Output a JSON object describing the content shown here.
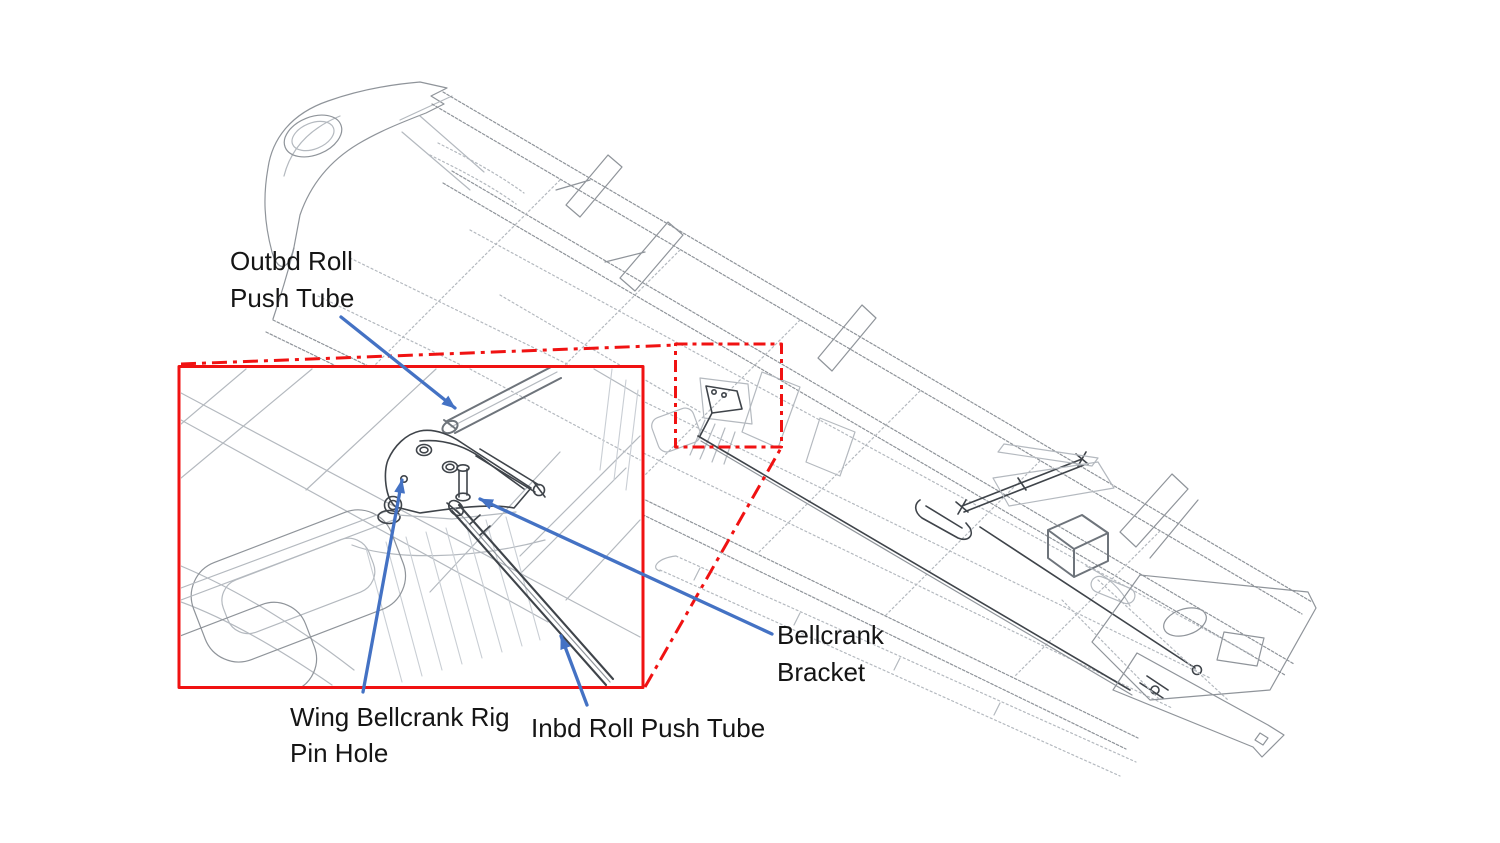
{
  "figure": {
    "kind": "isometric wireframe CAD illustration of aircraft wing roll-control linkage with magnified detail inset",
    "labels": {
      "outbd_roll_push_tube": {
        "line1": "Outbd Roll",
        "line2": "Push Tube"
      },
      "wing_bellcrank_rig_pin_hole": {
        "line1": "Wing Bellcrank Rig",
        "line2": "Pin Hole"
      },
      "inbd_roll_push_tube": {
        "line1": "Inbd Roll Push Tube"
      },
      "bellcrank_bracket": {
        "line1": "Bellcrank",
        "line2": "Bracket"
      }
    },
    "colors": {
      "annotation_red": "#F01212",
      "callout_blue": "#4472C4",
      "line_medium_gray": "#8F949A",
      "line_light_gray": "#B4B9BF",
      "line_faint_gray": "#C9CED4",
      "line_dark": "#3F444A",
      "tube_gray": "#6E747B",
      "label_text": "#151515",
      "background": "#FFFFFF"
    }
  }
}
